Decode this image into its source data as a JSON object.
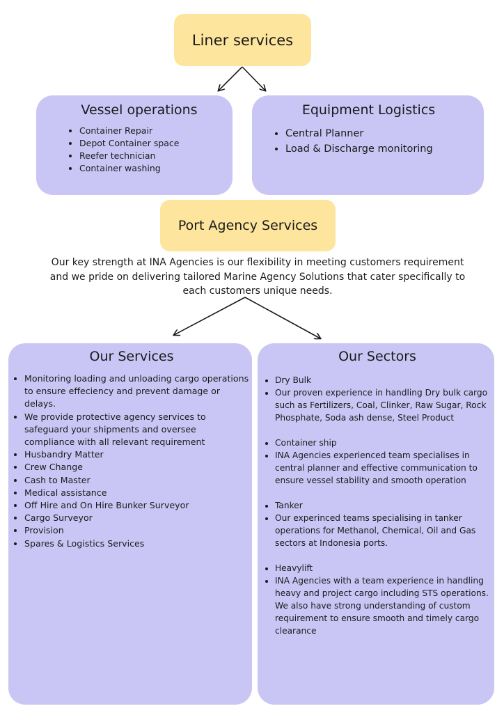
{
  "liner": {
    "title": "Liner services"
  },
  "vessel": {
    "title": "Vessel operations",
    "items": [
      "Container Repair",
      "Depot Container space",
      "Reefer technician",
      "Container washing"
    ]
  },
  "equipment": {
    "title": "Equipment Logistics",
    "items": [
      "Central Planner",
      "Load & Discharge monitoring"
    ]
  },
  "port": {
    "title": "Port Agency Services",
    "description": "Our key strength at INA Agencies is our flexibility in meeting customers requirement and we pride on delivering tailored Marine Agency Solutions that cater specifically to each customers unique needs."
  },
  "services": {
    "title": "Our Services",
    "items": [
      "Monitoring loading and unloading cargo operations to ensure effeciency and prevent damage or delays.",
      "We provide protective agency services to safeguard your shipments and oversee compliance with all relevant requirement",
      "Husbandry Matter",
      "Crew Change",
      "Cash to Master",
      "Medical assistance",
      "Off Hire and On Hire Bunker Surveyor",
      "Cargo Surveyor",
      " Provision",
      "Spares & Logistics Services"
    ]
  },
  "sectors": {
    "title": "Our Sectors",
    "groups": [
      {
        "name": "Dry Bulk",
        "text": "Our proven experience in handling Dry bulk cargo such as Fertilizers, Coal, Clinker, Raw Sugar, Rock Phosphate, Soda ash dense, Steel Product"
      },
      {
        "name": "Container ship",
        "text": "INA Agencies experienced team specialises in central planner and effective communication to ensure vessel stability and smooth operation"
      },
      {
        "name": "Tanker",
        "text": "Our experinced teams specialising in tanker operations for Methanol, Chemical, Oil and Gas sectors at Indonesia ports."
      },
      {
        "name": "Heavylift",
        "text": "INA Agencies with a team experience in handling heavy and project cargo including STS operations. We also have strong understanding of custom requirement to ensure smooth and timely cargo clearance"
      }
    ]
  },
  "colors": {
    "yellow_box": "#fde59d",
    "purple_box": "#c9c6f5",
    "arrow": "#1a1a1a"
  }
}
